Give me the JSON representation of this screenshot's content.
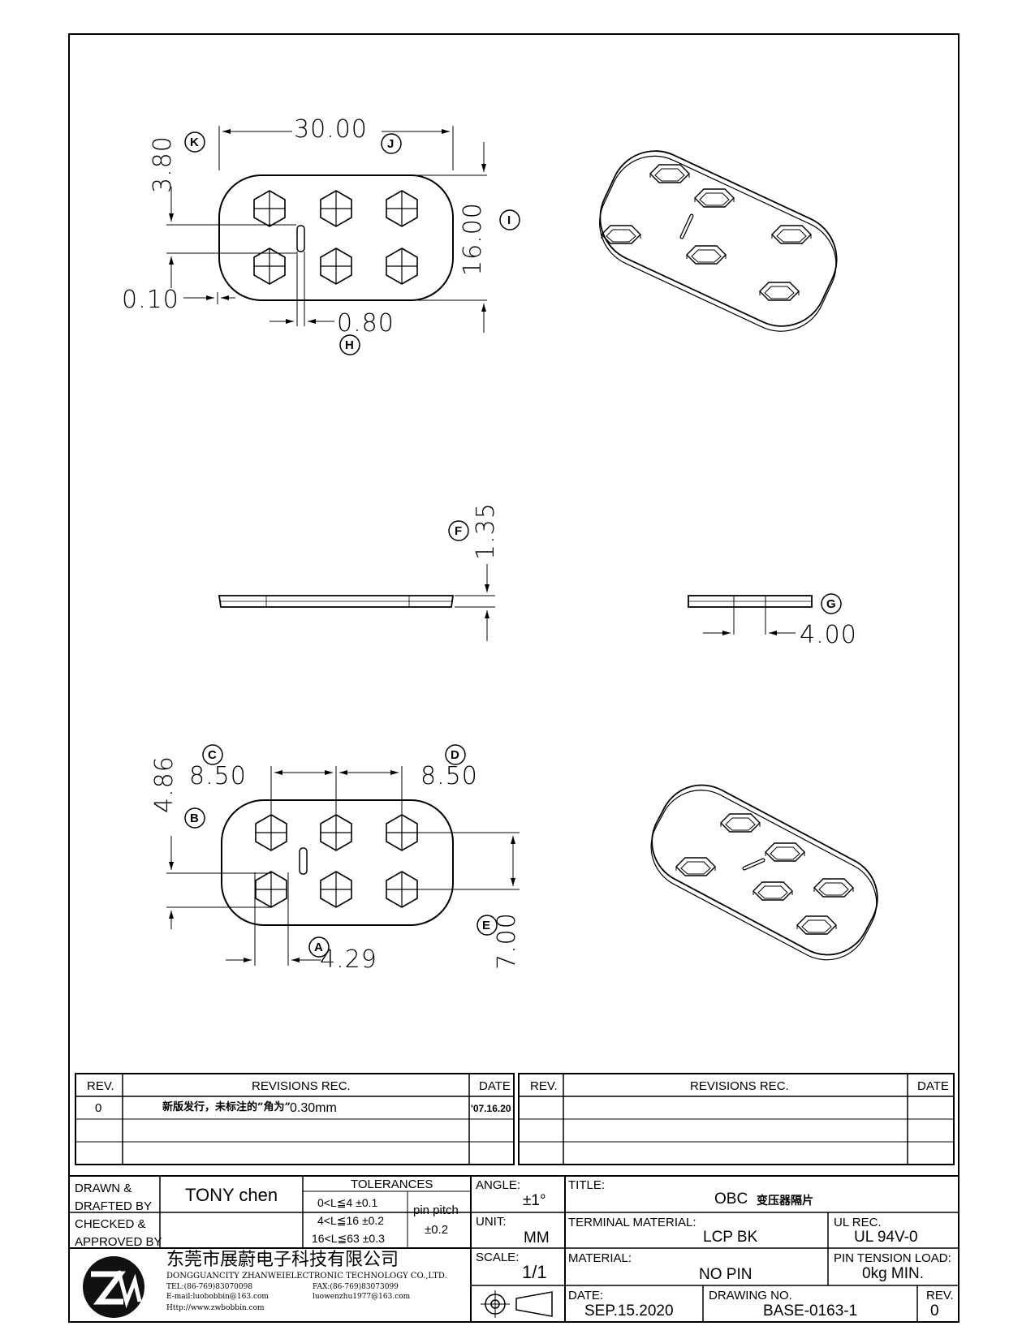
{
  "dims": {
    "d_J": "30.00",
    "d_K": "3.80",
    "d_I": "16.00",
    "d_010": "0.10",
    "d_H": "0.80",
    "d_F": "1.35",
    "d_G": "4.00",
    "d_C": "8.50",
    "d_D": "8.50",
    "d_B": "4.86",
    "d_A": "4.29",
    "d_E": "7.00"
  },
  "callouts": {
    "A": "A",
    "B": "B",
    "C": "C",
    "D": "D",
    "E": "E",
    "F": "F",
    "G": "G",
    "H": "H",
    "I": "I",
    "J": "J",
    "K": "K"
  },
  "revisions": {
    "left": {
      "rev_header": "REV.",
      "rec_header": "REVISIONS   REC.",
      "date_header": "DATE",
      "rows": [
        {
          "rev": "0",
          "rec_cn": "新版发行，未标注的“角为”",
          "rec_val": "0.30mm",
          "date": "'07.16.20"
        }
      ]
    },
    "right": {
      "rev_header": "REV.",
      "rec_header": "REVISIONS   REC.",
      "date_header": "DATE"
    }
  },
  "title_block": {
    "drawn_label": "DRAWN &\nDRAFTED BY",
    "drawn_by": "TONY chen",
    "checked_label": "CHECKED &\nAPPROVED BY",
    "tolerances_label": "TOLERANCES",
    "tol_1": "0<L≦4  ±0.1",
    "tol_2": "4<L≦16  ±0.2",
    "tol_3": "16<L≦63  ±0.3",
    "pin_pitch_label": "pin pitch",
    "pin_pitch_tol": "±0.2",
    "angle_label": "ANGLE:",
    "angle_value": "±1°",
    "unit_label": "UNIT:",
    "unit_value": "MM",
    "scale_label": "SCALE:",
    "scale_value": "1/1",
    "title_label": "TITLE:",
    "title_value_en": "OBC",
    "title_value_cn": "变压器隔片",
    "terminal_label": "TERMINAL MATERIAL:",
    "terminal_value": "LCP BK",
    "ul_label": "UL REC.",
    "ul_value": "UL 94V-0",
    "material_label": "MATERIAL:",
    "material_value": "NO PIN",
    "pin_tension_label": "PIN TENSION LOAD:",
    "pin_tension_value": "0kg MIN.",
    "date_label": "DATE:",
    "date_value": "SEP.15.2020",
    "drawing_no_label": "DRAWING NO.",
    "drawing_no_value": "BASE-0163-1",
    "rev_label": "REV.",
    "rev_value": "0"
  },
  "company": {
    "name_cn": "东莞市展蔚电子科技有限公司",
    "name_en": "DONGGUANCITY ZHANWEIELECTRONIC TECHNOLOGY CO.,LTD.",
    "tel": "TEL:(86-769)83070098",
    "fax": "FAX:(86-769)83073099",
    "email": "E-mail:luobobbin@163.com",
    "email2": "luowenzhu1977@163.com",
    "web": "Http://www.zwbobbin.com",
    "logo_letters": "ZW"
  }
}
